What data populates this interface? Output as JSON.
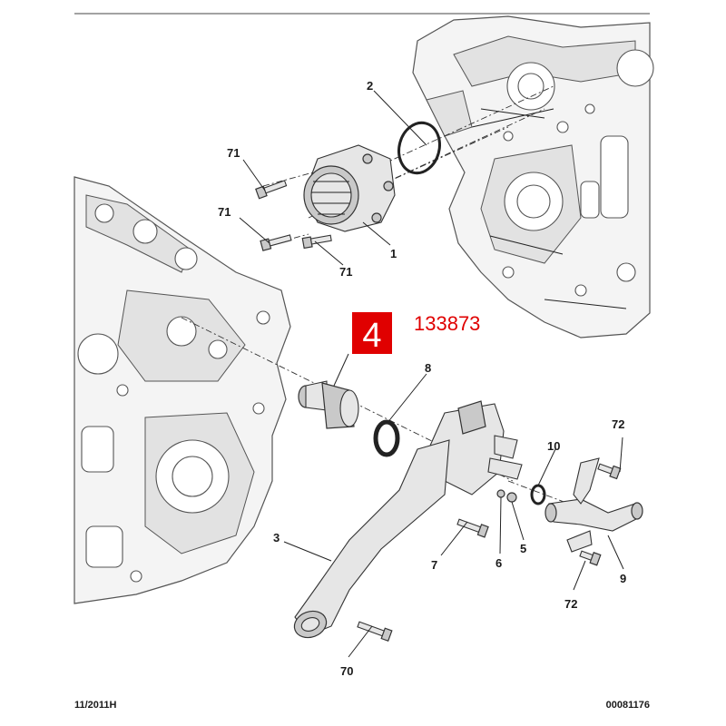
{
  "labels": {
    "p1": "1",
    "p2": "2",
    "p3": "3",
    "p4": "4",
    "p5": "5",
    "p6": "6",
    "p7": "7",
    "p8": "8",
    "p9": "9",
    "p10": "10",
    "p70": "70",
    "p71a": "71",
    "p71b": "71",
    "p71c": "71",
    "p72a": "72",
    "p72b": "72"
  },
  "reference_number": "133873",
  "footer": {
    "date": "11/2011H",
    "doc_number": "00081176"
  },
  "colors": {
    "highlight": "#e00000",
    "reference_text": "#e00000"
  }
}
